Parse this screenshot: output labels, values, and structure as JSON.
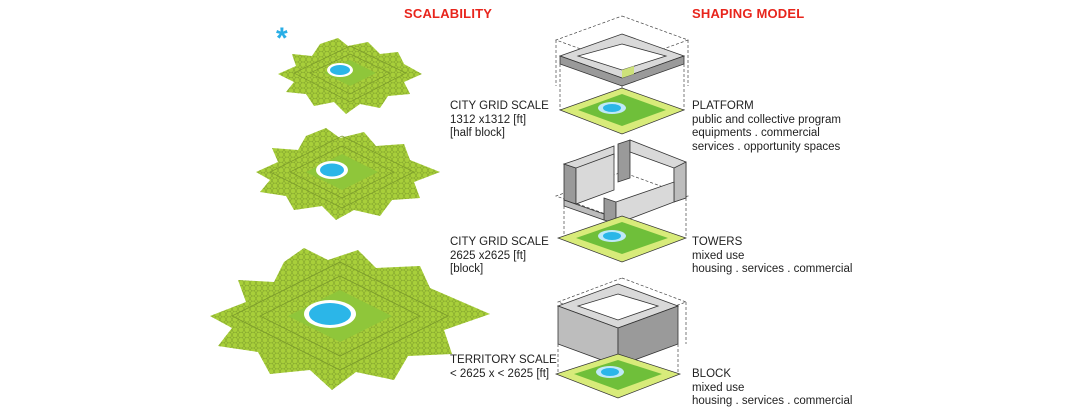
{
  "headers": {
    "scalability": "SCALABILITY",
    "shaping_model": "SHAPING MODEL"
  },
  "marker": "*",
  "scales": [
    {
      "lines": [
        "CITY GRID SCALE",
        "1312 x1312 [ft]",
        "[half block]"
      ]
    },
    {
      "lines": [
        "CITY GRID SCALE",
        "2625 x2625 [ft]",
        "[block]"
      ]
    },
    {
      "lines": [
        "TERRITORY SCALE",
        "< 2625 x < 2625 [ft]"
      ]
    }
  ],
  "models": [
    {
      "lines": [
        "PLATFORM",
        "public and collective program",
        "equipments . commercial",
        "services . opportunity spaces"
      ]
    },
    {
      "lines": [
        "TOWERS",
        "mixed use",
        "housing . services . commercial"
      ]
    },
    {
      "lines": [
        "BLOCK",
        "mixed use",
        "housing . services . commercial"
      ]
    }
  ],
  "colors": {
    "header": "#e8251c",
    "mesh_green": "#a8cf3a",
    "mesh_line": "#7a9a2a",
    "water": "#2bb6e8",
    "water_light": "#bfe9f8",
    "grey_volume": "#d9d9d9",
    "grey_dark": "#9a9a9a",
    "ground_light": "#d8eb7a",
    "ground_mid": "#6fbf3a",
    "star": "#29aee6"
  }
}
